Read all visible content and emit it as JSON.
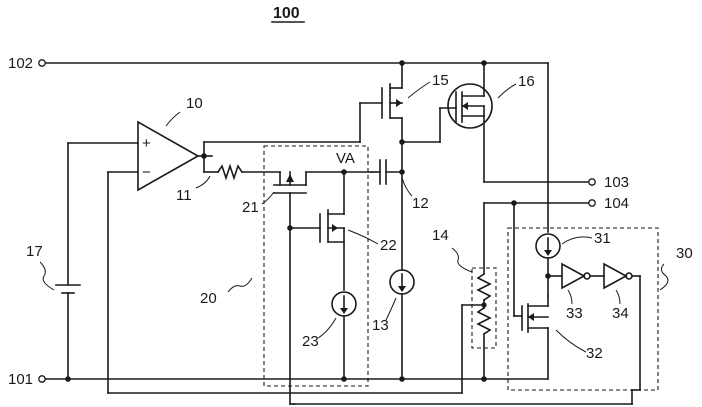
{
  "figure_number": "100",
  "terminals": {
    "t102": "102",
    "t101": "101",
    "t103": "103",
    "t104": "104"
  },
  "node_label": "VA",
  "opamp": {
    "plus": "+",
    "minus": "−"
  },
  "refs": {
    "r10": "10",
    "r11": "11",
    "r12": "12",
    "r13": "13",
    "r14": "14",
    "r15": "15",
    "r16": "16",
    "r17": "17",
    "r20": "20",
    "r21": "21",
    "r22": "22",
    "r23": "23",
    "r30": "30",
    "r31": "31",
    "r32": "32",
    "r33": "33",
    "r34": "34"
  }
}
